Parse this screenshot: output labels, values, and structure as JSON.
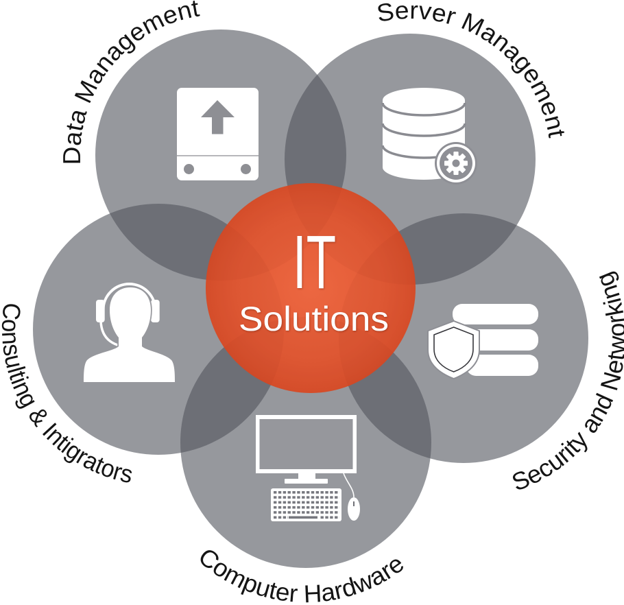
{
  "diagram": {
    "title_line1": "IT",
    "title_line2": "Solutions",
    "colors": {
      "center_fill": "#e25a36",
      "circle_fill": "#97989d",
      "overlap_fill": "#6e6f78",
      "icon_fill": "#ffffff",
      "label_text": "#141414"
    },
    "segments": [
      {
        "id": "data-management",
        "label": "Data Management",
        "icon": "drive-upload-icon"
      },
      {
        "id": "server-management",
        "label": "Server Management",
        "icon": "database-gear-icon"
      },
      {
        "id": "security-networking",
        "label": "Security and Networking",
        "icon": "shield-server-icon"
      },
      {
        "id": "computer-hardware",
        "label": "Computer Hardware",
        "icon": "desktop-computer-icon"
      },
      {
        "id": "consulting-integrators",
        "label": "Consulting & Intigrators",
        "icon": "headset-support-icon"
      }
    ]
  }
}
